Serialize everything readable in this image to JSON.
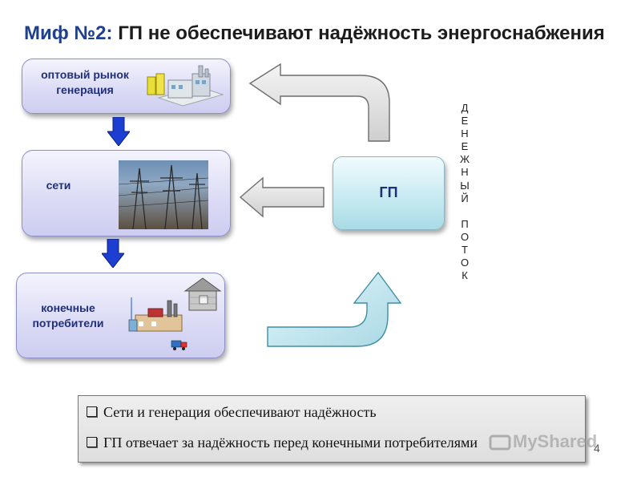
{
  "title": {
    "prefix": "Миф №2:",
    "main": "ГП не обеспечивают надёжность энергоснабжения"
  },
  "boxes": {
    "wholesale": {
      "line1": "оптовый рынок",
      "line2": "генерация"
    },
    "networks": {
      "label": "сети"
    },
    "consumers": {
      "line1": "конечные",
      "line2": "потребители"
    },
    "gp": {
      "label": "ГП"
    }
  },
  "vertical_label": [
    "Д",
    "Е",
    "Н",
    "Е",
    "Ж",
    "Н",
    "Ы",
    "Й",
    "",
    "П",
    "О",
    "Т",
    "О",
    "К"
  ],
  "notes": {
    "bullet1": "Сети и генерация обеспечивают надёжность",
    "bullet2": "ГП отвечает за надёжность перед конечными потребителями"
  },
  "watermark": "MyShared",
  "page_number": "4",
  "colors": {
    "title_accent": "#1f3f8f",
    "box_label": "#1f2f7a",
    "down_arrow": "#1d3fd1",
    "up_arrow": "#c5e7f1",
    "gray_arrow": "#dcdcdc"
  }
}
